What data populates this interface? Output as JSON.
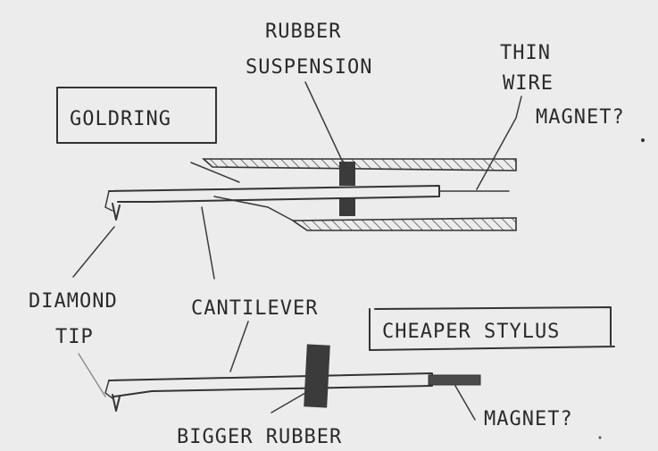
{
  "labels": {
    "rubber_suspension_1": "RUBBER",
    "rubber_suspension_2": "SUSPENSION",
    "thin_wire_1": "THIN",
    "thin_wire_2": "WIRE",
    "magnet_top": "MAGNET?",
    "goldring": "GOLDRING",
    "diamond_tip_1": "DIAMOND",
    "diamond_tip_2": "TIP",
    "cantilever": "CANTILEVER",
    "cheaper_stylus": "CHEAPER STYLUS",
    "bigger_rubber": "BIGGER RUBBER",
    "magnet_bottom": "MAGNET?"
  },
  "colors": {
    "paper": "#e9e9e9",
    "pencil": "#2a2a2a",
    "rubber": "#3b3b3b"
  }
}
